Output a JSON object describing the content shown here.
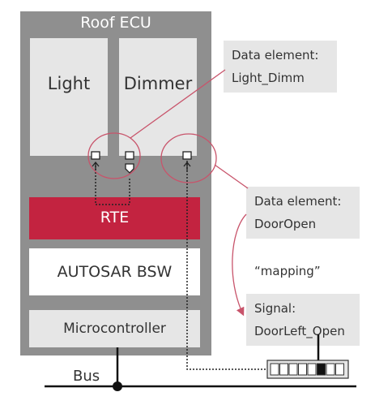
{
  "ecu": {
    "title": "Roof ECU"
  },
  "components": {
    "light": "Light",
    "dimmer": "Dimmer"
  },
  "layers": {
    "rte": "RTE",
    "bsw": "AUTOSAR BSW",
    "microcontroller": "Microcontroller"
  },
  "callouts": {
    "light_dimm": {
      "line1": "Data element:",
      "line2": "Light_Dimm"
    },
    "door_open": {
      "line1": "Data element:",
      "line2": "DoorOpen"
    },
    "mapping": "“mapping”",
    "signal": {
      "line1": "Signal:",
      "line2": "DoorLeft_Open"
    }
  },
  "bus": {
    "label": "Bus"
  },
  "frame": {
    "slot_count": 8,
    "highlighted_slot": 5
  },
  "colors": {
    "ecu": "#8f8f8f",
    "component": "#e6e6e6",
    "rte": "#c32340",
    "callout_line": "#c8546b"
  }
}
